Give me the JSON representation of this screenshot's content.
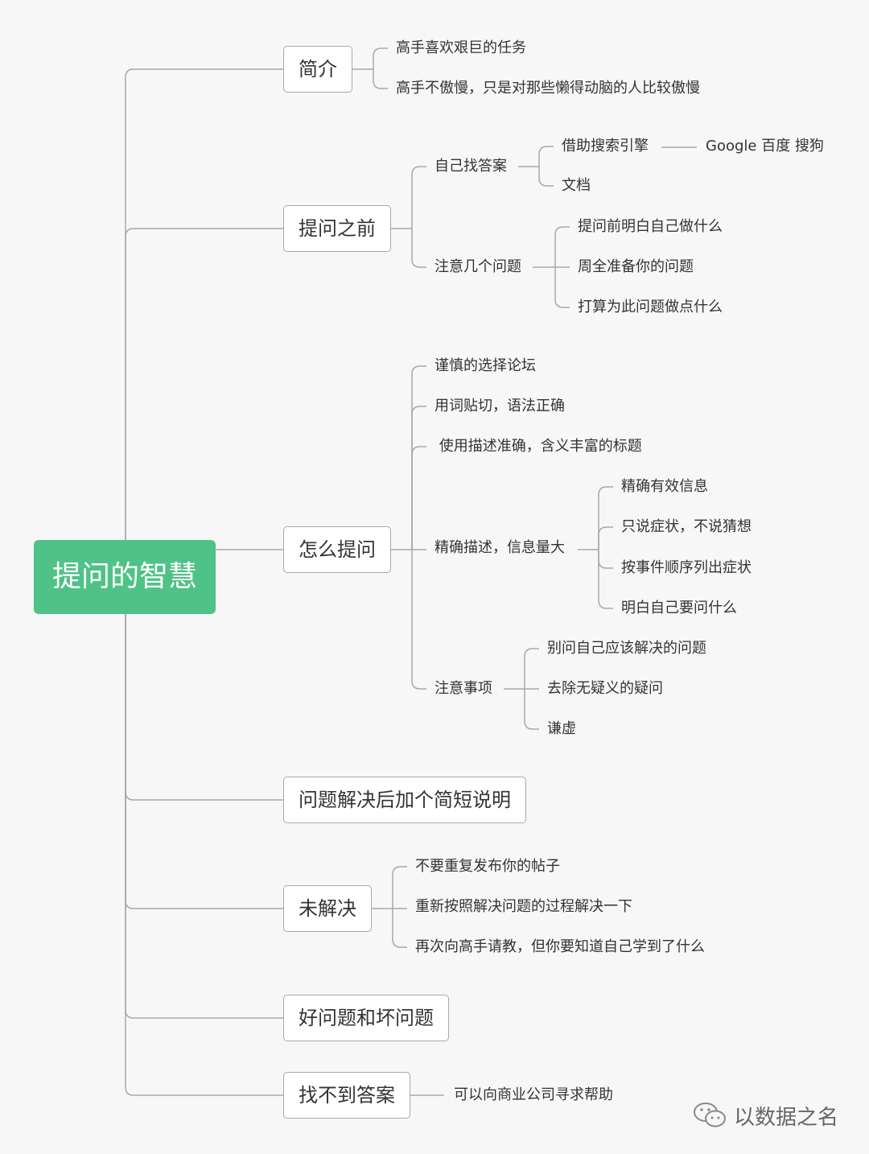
{
  "root": "提问的智慧",
  "branches": [
    {
      "label": "简介",
      "children": [
        "高手喜欢艰巨的任务",
        "高手不傲慢，只是对那些懒得动脑的人比较傲慢"
      ]
    },
    {
      "label": "提问之前",
      "children": [
        {
          "label": "自己找答案",
          "children": [
            {
              "label": "借助搜索引擎",
              "detail": "Google 百度 搜狗"
            },
            "文档"
          ]
        },
        {
          "label": "注意几个问题",
          "children": [
            "提问前明白自己做什么",
            "周全准备你的问题",
            "打算为此问题做点什么"
          ]
        }
      ]
    },
    {
      "label": "怎么提问",
      "children": [
        "谨慎的选择论坛",
        "用词贴切，语法正确",
        " 使用描述准确，含义丰富的标题",
        {
          "label": "精确描述，信息量大",
          "children": [
            "精确有效信息",
            "只说症状，不说猜想",
            "按事件顺序列出症状",
            "明白自己要问什么"
          ]
        },
        {
          "label": "注意事项",
          "children": [
            "别问自己应该解决的问题",
            "去除无疑义的疑问",
            "谦虚"
          ]
        }
      ]
    },
    {
      "label": "问题解决后加个简短说明",
      "children": []
    },
    {
      "label": "未解决",
      "children": [
        "不要重复发布你的帖子",
        "重新按照解决问题的过程解决一下",
        "再次向高手请教，但你要知道自己学到了什么"
      ]
    },
    {
      "label": "好问题和坏问题",
      "children": []
    },
    {
      "label": "找不到答案",
      "children": [
        "可以向商业公司寻求帮助"
      ]
    }
  ],
  "watermark": "以数据之名",
  "colors": {
    "root_fill": "#4fc287",
    "line": "#a8a8a8",
    "background": "#f7f7f7"
  }
}
